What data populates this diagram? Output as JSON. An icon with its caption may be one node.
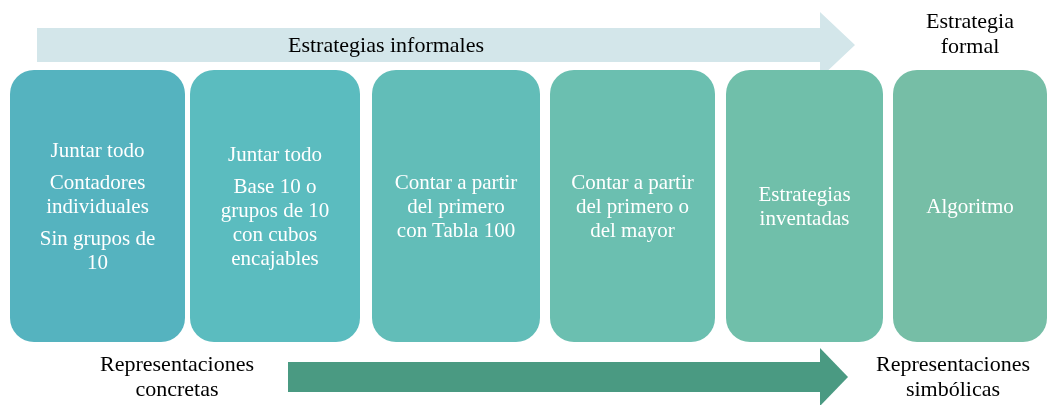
{
  "diagram": {
    "nodes": [
      {
        "text": [
          "Estrategias informales"
        ]
      },
      {
        "text": [
          "Juntar todo",
          "Contadores individuales",
          "Sin grupos de 10"
        ]
      },
      {
        "text": [
          "Juntar todo",
          "Base 10 o grupos de 10 con cubos encajables"
        ]
      },
      {
        "text": [
          "Contar a partir del primero con Tabla 100"
        ]
      },
      {
        "text": [
          "Contar a partir del primero o del mayor"
        ]
      },
      {
        "text": [
          "Estrategias inventadas"
        ]
      },
      {
        "text": [
          "Algoritmo"
        ]
      },
      {
        "text": [
          "Representaciones concretas"
        ]
      },
      {
        "text": [
          "Representaciones simbólicas"
        ]
      }
    ],
    "edges": [
      {
        "from": 7,
        "to": 8,
        "arrow": "to"
      }
    ],
    "labels": [
      "Estrategia formal"
    ]
  }
}
